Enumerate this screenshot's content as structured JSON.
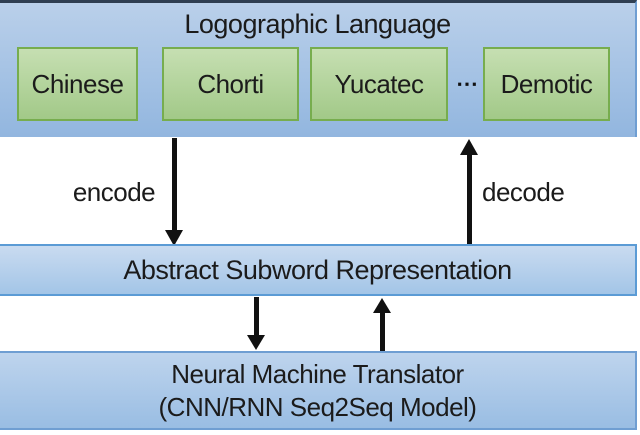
{
  "diagram": {
    "top_box": {
      "title": "Logographic Language",
      "languages": [
        "Chinese",
        "Chorti",
        "Yucatec",
        "Demotic"
      ],
      "ellipsis": "⋯"
    },
    "arrows": {
      "encode_label": "encode",
      "decode_label": "decode"
    },
    "middle_bar": {
      "label": "Abstract Subword Representation"
    },
    "bottom_box": {
      "line1": "Neural Machine Translator",
      "line2": "(CNN/RNN Seq2Seq Model)"
    },
    "colors": {
      "blue_box_fill_top": "#bad0ea",
      "blue_box_fill_bottom": "#92b6df",
      "blue_box_border": "#5b9bd5",
      "top_edge_border": "#2f3f52",
      "green_box_fill_top": "#c6dfb2",
      "green_box_fill_bottom": "#a2c988",
      "green_box_border": "#77ad4e",
      "arrow_color": "#111111",
      "text_color": "#1b1b1b"
    }
  }
}
